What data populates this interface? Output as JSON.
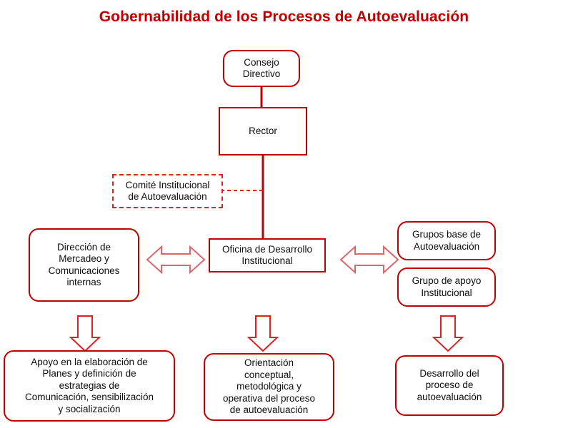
{
  "diagram": {
    "title": "Gobernabilidad de los Procesos de Autoevaluación",
    "accent_color": "#C00000",
    "arrow_color": "#E06666",
    "text_color": "#0d0d0d",
    "background": "#ffffff",
    "nodes": {
      "consejo_directivo": "Consejo\nDirectivo",
      "rector": "Rector",
      "comite_institucional": "Comité Institucional\nde Autoevaluación",
      "direccion_mercadeo": "Dirección de\nMercadeo y\nComunicaciones\ninternas",
      "oficina_desarrollo": "Oficina de Desarrollo\nInstitucional",
      "grupos_base": "Grupos base de\nAutoevaluación",
      "grupo_apoyo": "Grupo de apoyo\nInstitucional",
      "apoyo_elaboracion": "Apoyo en la elaboración de\nPlanes y definición de\nestrategias de\nComunicación, sensibilización\ny socialización",
      "orientacion_conceptual": "Orientación\nconceptual,\nmetodológica y\noperativa del proceso\nde autoevaluación",
      "desarrollo_proceso": "Desarrollo del\nproceso de\nautoevaluación"
    },
    "connectors": {
      "consejo_to_rector": "solid-line",
      "rector_to_oficina": "solid-line",
      "rector_to_comite": "dashed-line",
      "oficina_to_direccion": "double-headed-arrow",
      "oficina_to_grupos": "double-headed-arrow",
      "direccion_to_apoyo": "down-arrow",
      "oficina_to_orientacion": "down-arrow",
      "grupo_to_desarrollo": "down-arrow"
    }
  }
}
